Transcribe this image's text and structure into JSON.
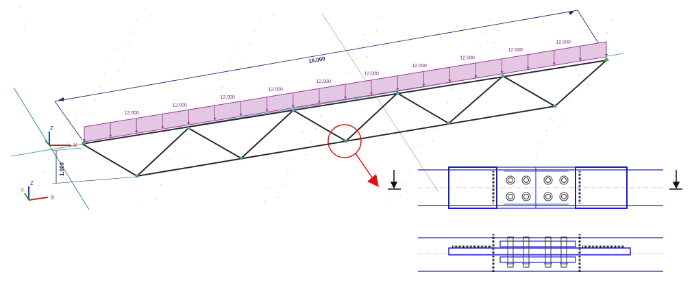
{
  "model": {
    "span_dimension": "16.000",
    "height_dimension": "1.000",
    "load_values": [
      "12.000",
      "12.000",
      "12.000",
      "12.000",
      "12.000",
      "12.000",
      "12.000",
      "12.000",
      "12.000",
      "12.000"
    ],
    "colors": {
      "load": "#9b3d9b",
      "load_fill": "#e3c7e3",
      "member": "#2a2a2a",
      "dimension": "#28287a",
      "grid_line": "#2a8c8c",
      "callout": "#e01010",
      "node": "#4aa0a0"
    }
  },
  "axes": {
    "global": {
      "x": "X",
      "y": "Y",
      "z": "Z"
    },
    "local": {
      "x": "X",
      "z": "Z"
    }
  },
  "detail_view": {
    "colors": {
      "outline": "#1a1acc",
      "weld": "#111111",
      "bolt": "#333333"
    }
  }
}
